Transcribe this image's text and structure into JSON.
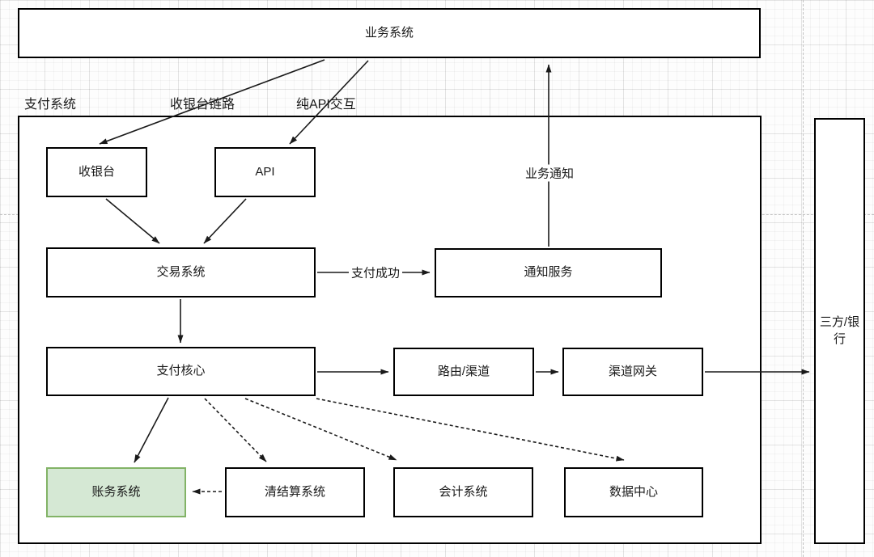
{
  "diagram": {
    "nodes": {
      "business": "业务系统",
      "cashier": "收银台",
      "api": "API",
      "trade": "交易系统",
      "notify_service": "通知服务",
      "pay_core": "支付核心",
      "route_channel": "路由/渠道",
      "channel_gateway": "渠道网关",
      "third_party_bank": "三方/银行",
      "account_system": "账务系统",
      "clearing_settlement": "清结算系统",
      "accounting_system": "会计系统",
      "data_center": "数据中心"
    },
    "container_label": "支付系统",
    "edge_labels": {
      "cashier_link": "收银台链路",
      "pure_api": "纯API交互",
      "pay_success": "支付成功",
      "business_notify": "业务通知"
    },
    "colors": {
      "line": "#1a1a1a",
      "box_border": "#000000",
      "box_fill": "#ffffff",
      "highlight_fill": "#d5e8d4",
      "highlight_border": "#82b366"
    }
  }
}
